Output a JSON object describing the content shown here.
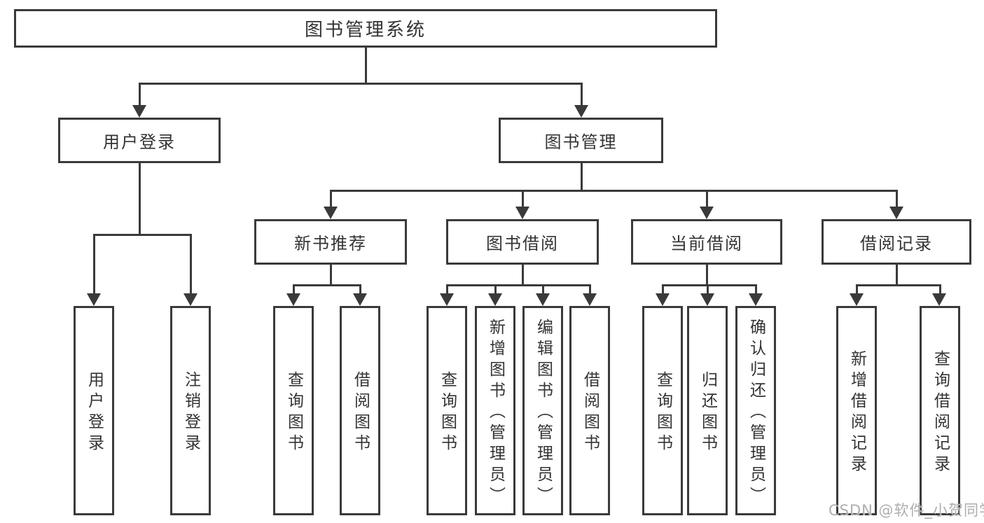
{
  "diagram": {
    "title": "图书管理系统",
    "level2": {
      "user_login": "用户登录",
      "book_management": "图书管理"
    },
    "level3": {
      "new_book": "新书推荐",
      "book_borrow": "图书借阅",
      "current_borrow": "当前借阅",
      "borrow_record": "借阅记录"
    },
    "leaves": {
      "user_login": [
        "用户登录",
        "注销登录"
      ],
      "new_book": [
        "查询图书",
        "借阅图书"
      ],
      "book_borrow": [
        "查询图书",
        "新增图书（管理员）",
        "编辑图书（管理员）",
        "借阅图书"
      ],
      "current_borrow": [
        "查询图书",
        "归还图书",
        "确认归还（管理员）"
      ],
      "borrow_record": [
        "新增借阅记录",
        "查询借阅记录"
      ]
    }
  },
  "watermark": "CSDN @软件_小贺同学",
  "colors": {
    "line": "#3a3a3a",
    "text": "#333333",
    "watermark": "#aeaeae",
    "background": "#ffffff"
  }
}
